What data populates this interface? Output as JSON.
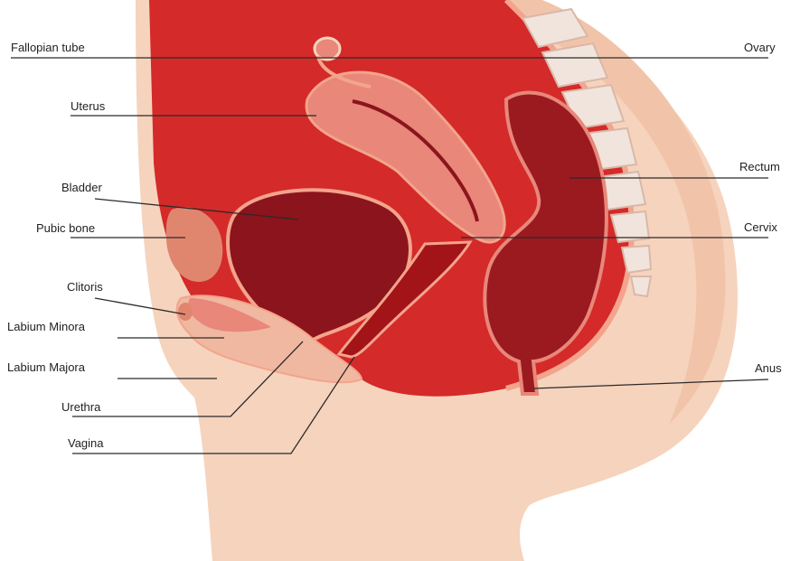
{
  "diagram": {
    "colors": {
      "skin": "#f6d3bd",
      "skin_shadow": "#f1c4aa",
      "body_outline": "#f3a48c",
      "cavity": "#d42a2a",
      "cavity_dark": "#a31419",
      "uterus": "#e8877a",
      "bladder": "#8c141c",
      "rectum": "#9a1a20",
      "spine": "#f1e4dc",
      "pubic_bone": "#e0866f"
    },
    "labels": {
      "fallopian_tube": "Fallopian tube",
      "uterus": "Uterus",
      "bladder": "Bladder",
      "pubic_bone": "Pubic bone",
      "clitoris": "Clitoris",
      "labium_minora": "Labium Minora",
      "labium_majora": "Labium Majora",
      "urethra": "Urethra",
      "vagina": "Vagina",
      "ovary": "Ovary",
      "rectum": "Rectum",
      "cervix": "Cervix",
      "anus": "Anus"
    }
  }
}
